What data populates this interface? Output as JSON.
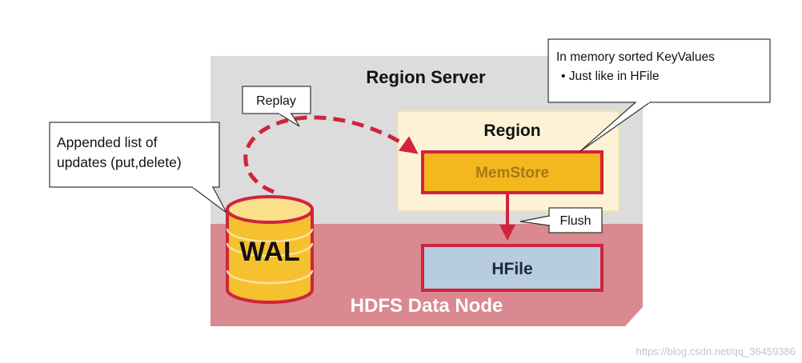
{
  "region_server": {
    "label": "Region Server"
  },
  "region": {
    "label": "Region"
  },
  "memstore": {
    "label": "MemStore"
  },
  "hfile": {
    "label": "HFile"
  },
  "wal": {
    "label": "WAL"
  },
  "hdfs_data_node": {
    "label": "HDFS Data Node"
  },
  "callouts": {
    "replay": "Replay",
    "flush": "Flush",
    "appended_line1": "Appended list of",
    "appended_line2": "updates (put,delete)",
    "memory_line1": "In memory sorted KeyValues",
    "memory_line2": "• Just like in HFile"
  },
  "watermark": "https://blog.csdn.net/qq_36459386",
  "colors": {
    "server_bg": "#dcdcdc",
    "hdfs_bg": "#d9898f",
    "region_bg": "#fdf2d6",
    "memstore_fill": "#f4b71e",
    "memstore_text": "#a3791a",
    "hfile_fill": "#b7ccdd",
    "accent_red": "#d0243d",
    "wal_yellow": "#f6c12e"
  }
}
